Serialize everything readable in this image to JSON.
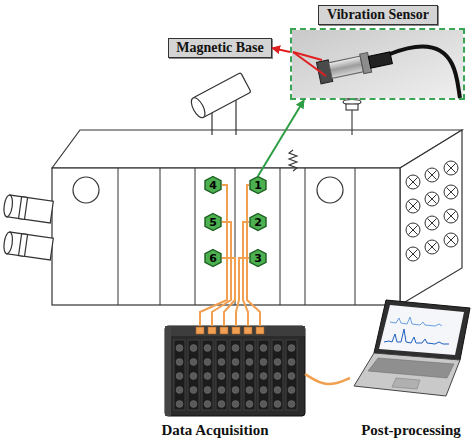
{
  "diagram": {
    "nodes": [
      {
        "text": [
          "Vibration Sensor"
        ]
      },
      {
        "text": [
          "Magnetic Base"
        ]
      },
      {
        "text": [
          "4"
        ]
      },
      {
        "text": [
          "1"
        ]
      },
      {
        "text": [
          "5"
        ]
      },
      {
        "text": [
          "2"
        ]
      },
      {
        "text": [
          "6"
        ]
      },
      {
        "text": [
          "3"
        ]
      },
      {
        "text": [
          "Data Acquisition"
        ]
      },
      {
        "text": [
          "Post-processing"
        ]
      }
    ],
    "edges": [
      {
        "from": 3,
        "to": 0,
        "arrow": "to"
      },
      {
        "from": 0,
        "to": 1,
        "arrow": "to"
      },
      {
        "from": 2,
        "to": 8,
        "arrow": "none"
      },
      {
        "from": 3,
        "to": 8,
        "arrow": "none"
      },
      {
        "from": 4,
        "to": 8,
        "arrow": "none"
      },
      {
        "from": 5,
        "to": 8,
        "arrow": "none"
      },
      {
        "from": 6,
        "to": 8,
        "arrow": "none"
      },
      {
        "from": 7,
        "to": 8,
        "arrow": "none"
      },
      {
        "from": 8,
        "to": 9,
        "arrow": "none"
      }
    ]
  }
}
